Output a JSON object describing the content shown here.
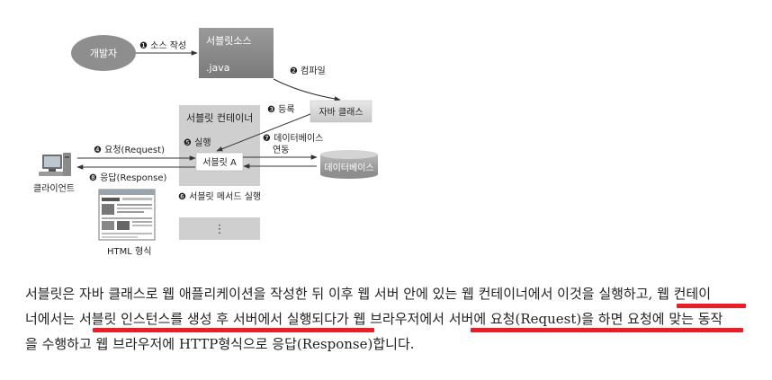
{
  "diagram": {
    "developer": "개발자",
    "step1": "❶ 소스 작성",
    "servlet_source_title": "서블릿소스",
    "servlet_source_ext": ".java",
    "step2": "❷ 컴파일",
    "java_class": "자바 클래스",
    "step3": "❸ 등록",
    "container_title": "서블릿 컨테이너",
    "step5": "❺ 실행",
    "servlet_a": "서블릿 A",
    "step7_line1": "❼ 데이터베이스",
    "step7_line2": "연동",
    "database": "데이터베이스",
    "step4": "❹ 요청(Request)",
    "step8": "❽ 응답(Response)",
    "client": "클라이언트",
    "step6": "❻ 서블릿 메서드 실행",
    "html_format": "HTML 형식",
    "more_dots": "⋮"
  },
  "paragraph": {
    "line1_a": "서블릿은 자바 클래스로 웹 애플리케이션을 작성한 뒤 이후 웹 서버 안에 있는 웹 컨테이너에서 이것을 실행하고,",
    "line1_b": " 웹 컨테이",
    "line2_a": "너에서는 ",
    "line2_b": "서블릿 인스턴스를 생성 후 서버에서 실행되다가",
    "line2_c": " 웹 브라우저에서 ",
    "line2_d": "서버에 요청(Request)을 하면 요청에 맞는 동작",
    "line3": "을 수행하고 웹 브라우저에 HTTP형식으로 응답(Response)합니다."
  },
  "colors": {
    "highlight": "#ee1c25",
    "box_gray": "#8c8c8c",
    "container_gray": "#cfcfcf"
  }
}
